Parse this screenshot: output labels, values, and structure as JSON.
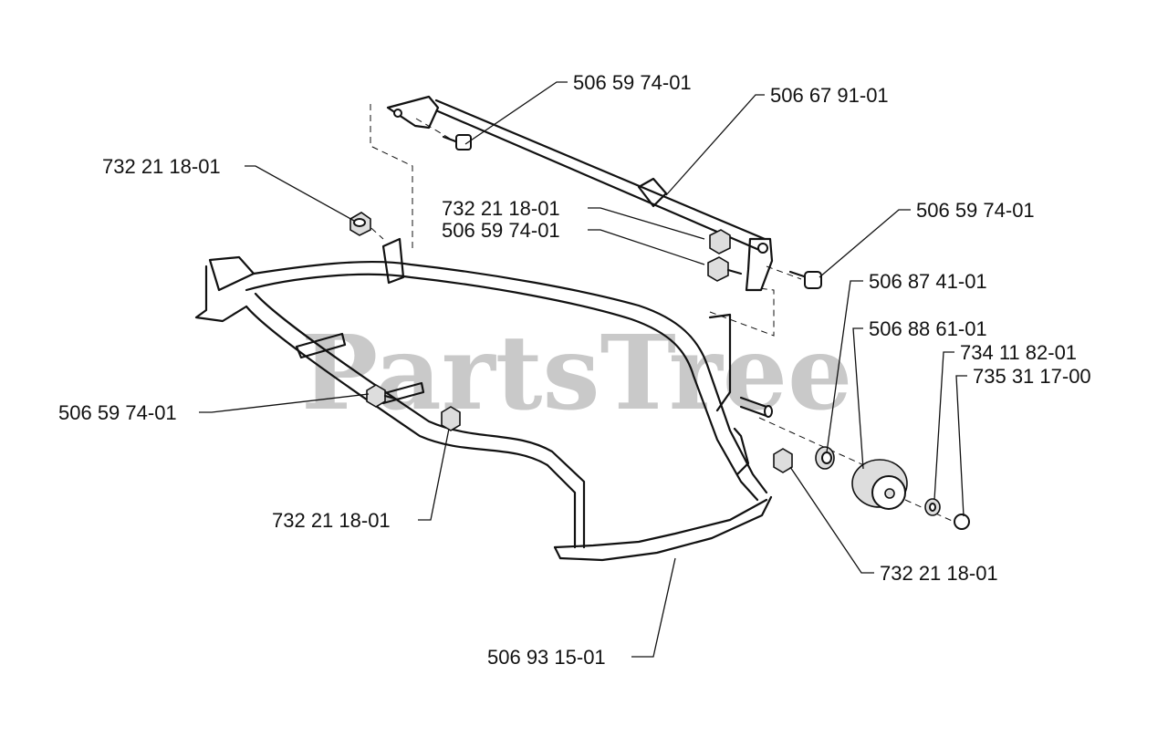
{
  "watermark": "PartsTree",
  "callouts": [
    {
      "id": "c1",
      "part_number": "506 59 74-01"
    },
    {
      "id": "c2",
      "part_number": "506 67 91-01"
    },
    {
      "id": "c3",
      "part_number": "732 21 18-01"
    },
    {
      "id": "c4",
      "part_number": "732 21 18-01"
    },
    {
      "id": "c5",
      "part_number": "506 59 74-01"
    },
    {
      "id": "c6",
      "part_number": "506 59 74-01"
    },
    {
      "id": "c7",
      "part_number": "506 87 41-01"
    },
    {
      "id": "c8",
      "part_number": "506 88 61-01"
    },
    {
      "id": "c9",
      "part_number": "734 11 82-01"
    },
    {
      "id": "c10",
      "part_number": "735 31 17-00"
    },
    {
      "id": "c11",
      "part_number": "506 59 74-01"
    },
    {
      "id": "c12",
      "part_number": "732 21 18-01"
    },
    {
      "id": "c13",
      "part_number": "732 21 18-01"
    },
    {
      "id": "c14",
      "part_number": "506 93 15-01"
    }
  ]
}
